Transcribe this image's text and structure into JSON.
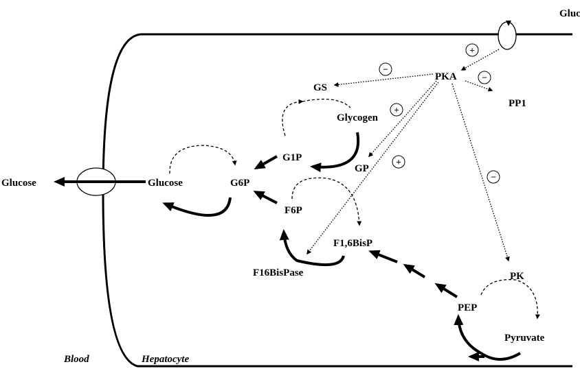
{
  "regions": {
    "blood": "Blood",
    "hepatocyte": "Hepatocyte"
  },
  "hormone": "Glucagon",
  "nodes": {
    "pka": "PKA",
    "gs": "GS",
    "pp1": "PP1",
    "glycogen": "Glycogen",
    "g1p": "G1P",
    "gp": "GP",
    "glucose_in": "Glucose",
    "glucose_out": "Glucose",
    "g6p": "G6P",
    "f6p": "F6P",
    "f16bisp": "F1,6BisP",
    "f16bispase": "F16BisPase",
    "pk": "PK",
    "pep": "PEP",
    "pyruvate": "Pyruvate"
  },
  "signs": {
    "glucagon_pka": "+",
    "pka_gs": "−",
    "pka_pp1": "−",
    "pka_gp": "+",
    "pka_f16bispase": "+",
    "pka_pk": "−"
  }
}
